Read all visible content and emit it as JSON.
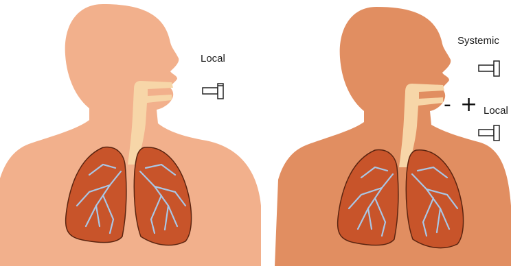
{
  "figures": [
    {
      "body_color": "#f2b08c",
      "labels": [
        "Local"
      ],
      "signs": []
    },
    {
      "body_color": "#e18e61",
      "labels": [
        "Systemic",
        "Local"
      ],
      "signs": [
        "-",
        "+"
      ]
    }
  ],
  "colors": {
    "lung": "#c8542a",
    "lung_outline": "#5a2410",
    "airway": "#f7d6a8",
    "bronchi": "#a9c7e6",
    "page": "#ffffff"
  },
  "icons": [
    "inhaler-icon"
  ]
}
